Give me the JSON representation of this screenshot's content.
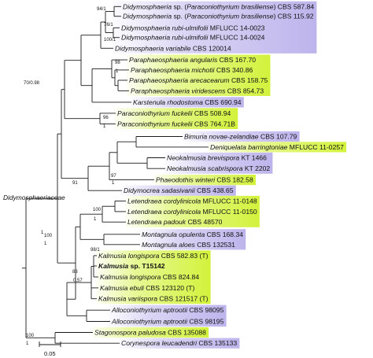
{
  "family_label": "Didymosphaeriaceae",
  "scale_bar_label": "0.05",
  "colors": {
    "purple": "#bdb4ec",
    "green": "#d2f23c",
    "branch": "#1a1a1a",
    "text": "#111111"
  },
  "taxa": [
    {
      "genus": "Didymosphaeria",
      "species": "sp. (",
      "italic2": "Paraconiothyrium brasiliense",
      "suffix": ") CBS 587.84",
      "highlight": "purple",
      "bold": false
    },
    {
      "genus": "Didymosphaeria",
      "species": "sp. (",
      "italic2": "Paraconiothyrium brasiliense",
      "suffix": ") CBS 115.92",
      "highlight": "purple",
      "bold": false
    },
    {
      "genus": "Didymosphaeria rubi-ulmifolii",
      "species": "",
      "italic2": "",
      "suffix": " MFLUCC 14-0023",
      "highlight": "purple",
      "bold": false
    },
    {
      "genus": "Didymosphaeria rubi-ulmifolii",
      "species": "",
      "italic2": "",
      "suffix": " MFLUCC 14-0024",
      "highlight": "purple",
      "bold": false
    },
    {
      "genus": "Didymosphaeria variabile",
      "species": "",
      "italic2": "",
      "suffix": " CBS 120014",
      "highlight": "purple",
      "bold": false
    },
    {
      "genus": "Paraphaeosphaeria angularis",
      "species": "",
      "italic2": "",
      "suffix": " CBS 167.70",
      "highlight": "green",
      "bold": false
    },
    {
      "genus": "Paraphaeosphaeria michotii",
      "species": "",
      "italic2": "",
      "suffix": " CBS 340.86",
      "highlight": "green",
      "bold": false
    },
    {
      "genus": "Paraphaeosphaeria arecacearum",
      "species": "",
      "italic2": "",
      "suffix": " CBS 158.75",
      "highlight": "green",
      "bold": false
    },
    {
      "genus": "Paraphaeosphaeria viridescens",
      "species": "",
      "italic2": "",
      "suffix": " CBS 854.73",
      "highlight": "green",
      "bold": false
    },
    {
      "genus": "Karstenula rhodostoma",
      "species": "",
      "italic2": "",
      "suffix": " CBS 690.94",
      "highlight": "purple",
      "bold": false
    },
    {
      "genus": "Paraconiothyrium fuckelii",
      "species": "",
      "italic2": "",
      "suffix": " CBS 508.94",
      "highlight": "green",
      "bold": false
    },
    {
      "genus": "Paraconiothyrium fuckelii",
      "species": "",
      "italic2": "",
      "suffix": " CBS 764.71B",
      "highlight": "green",
      "bold": false
    },
    {
      "genus": "Bimuria novae-zelandiae",
      "species": "",
      "italic2": "",
      "suffix": " CBS 107.79",
      "highlight": "purple",
      "bold": false
    },
    {
      "genus": "Deniquelata barringtoniae",
      "species": "",
      "italic2": "",
      "suffix": " MFLUCC 11-0257",
      "highlight": "green",
      "bold": false
    },
    {
      "genus": "Neokalmusia brevispora",
      "species": "",
      "italic2": "",
      "suffix": " KT 1466",
      "highlight": "purple",
      "bold": false
    },
    {
      "genus": "Neokalmusia scabrispora",
      "species": "",
      "italic2": "",
      "suffix": " KT 2202",
      "highlight": "purple",
      "bold": false
    },
    {
      "genus": "Phaeodothis winteri",
      "species": "",
      "italic2": "",
      "suffix": " CBS 182.58",
      "highlight": "green",
      "bold": false
    },
    {
      "genus": "Didymocrea sadasivanii",
      "species": "",
      "italic2": "",
      "suffix": " CBS 438.65",
      "highlight": "purple",
      "bold": false
    },
    {
      "genus": "Letendraea cordylinicola",
      "species": "",
      "italic2": "",
      "suffix": " MFLUCC 11-0148",
      "highlight": "green",
      "bold": false
    },
    {
      "genus": "Letendraea cordylinicola",
      "species": "",
      "italic2": "",
      "suffix": " MFLUCC 11-0150",
      "highlight": "green",
      "bold": false
    },
    {
      "genus": "Letendraea padouk",
      "species": "",
      "italic2": "",
      "suffix": " CBS 48570",
      "highlight": "green",
      "bold": false
    },
    {
      "genus": "Montagnula opulenta",
      "species": "",
      "italic2": "",
      "suffix": " CBS 168.34",
      "highlight": "purple",
      "bold": false
    },
    {
      "genus": "Montagnula aloes",
      "species": "",
      "italic2": "",
      "suffix": " CBS 132531",
      "highlight": "purple",
      "bold": false
    },
    {
      "genus": "Kalmusia longispora",
      "species": "",
      "italic2": "",
      "suffix": " CBS 582.83 (T)",
      "highlight": "green",
      "bold": false
    },
    {
      "genus": "Kalmusia",
      "species": "",
      "italic2": "",
      "suffix": " sp. T15142",
      "highlight": "green",
      "bold": true
    },
    {
      "genus": "Kalmusia longispora",
      "species": "",
      "italic2": "",
      "suffix": " CBS 824.84",
      "highlight": "green",
      "bold": false
    },
    {
      "genus": "Kalmusia ebuli",
      "species": "",
      "italic2": "",
      "suffix": " CBS 123120 (T)",
      "highlight": "green",
      "bold": false
    },
    {
      "genus": "Kalmusia variispora",
      "species": "",
      "italic2": "",
      "suffix": " CBS 121517 (T)",
      "highlight": "green",
      "bold": false
    },
    {
      "genus": "Alloconiothyrium aptrootii",
      "species": "",
      "italic2": "",
      "suffix": " CBS 98095",
      "highlight": "purple",
      "bold": false
    },
    {
      "genus": "Alloconiothyrium aptrootii",
      "species": "",
      "italic2": "",
      "suffix": " CBS 98195",
      "highlight": "purple",
      "bold": false
    },
    {
      "genus": "Stagonospora paludosa",
      "species": "",
      "italic2": "",
      "suffix": " CBS 135088",
      "highlight": "green",
      "bold": false
    },
    {
      "genus": "Corynespora leucadendri",
      "species": "",
      "italic2": "",
      "suffix": " CBS 135133",
      "highlight": "purple",
      "bold": false
    }
  ],
  "support_labels": [
    "94/1",
    "76/1",
    "100/1",
    "70/0.98",
    "98",
    "1",
    "96",
    "1",
    "97",
    "1",
    "91",
    "100",
    "1",
    "100",
    "1",
    "98/1",
    "83",
    "0.57",
    "100",
    "1",
    "1"
  ]
}
